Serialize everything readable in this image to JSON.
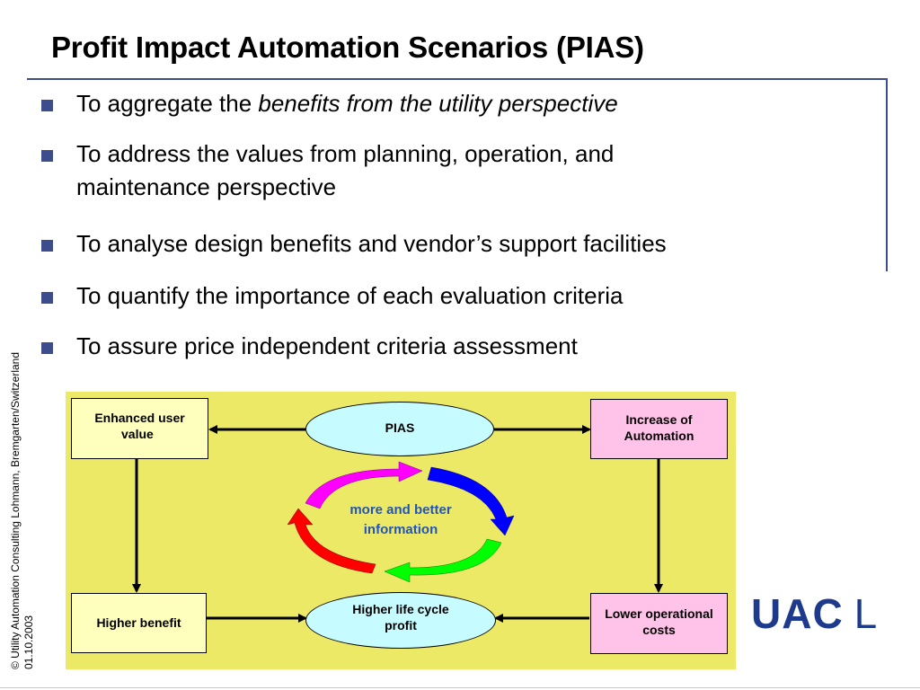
{
  "title": "Profit Impact Automation Scenarios (PIAS)",
  "bullets": [
    {
      "prefix": "To aggregate the ",
      "emphasis": "benefits from the utility perspective"
    },
    {
      "lines": [
        "To address the values from planning, operation, and",
        "maintenance perspective"
      ]
    },
    {
      "text": "To analyse design benefits and vendor’s support facilities"
    },
    {
      "text": "To quantify the importance of each evaluation criteria"
    },
    {
      "text": "To assure price independent criteria assessment"
    }
  ],
  "copyright": {
    "line1": "© Utility Automation Consulting Lohmann, Bremgarten/Switzerland",
    "line2": "01.10.2003"
  },
  "diagram": {
    "enhanced_user_value": [
      "Enhanced user",
      "value"
    ],
    "pias": "PIAS",
    "increase_of_automation": [
      "Increase of",
      "Automation"
    ],
    "center": [
      "more and better",
      "information"
    ],
    "higher_benefit": "Higher benefit",
    "higher_life_cycle_profit": [
      "Higher life cycle",
      "profit"
    ],
    "lower_operational_costs": [
      "Lower operational",
      "costs"
    ]
  },
  "logo": {
    "main": "UAC",
    "suffix": "L"
  },
  "colors": {
    "accent": "#3d4d8c",
    "diagram_bg": "#ece967",
    "box_yellow": "#ffffbd",
    "box_pink": "#ffc2e8",
    "ellipse": "#c6fbff",
    "arc_magenta": "#ff00ff",
    "arc_blue": "#0000ff",
    "arc_green": "#00ff00",
    "arc_red": "#ff0000",
    "center_text": "#2255bb",
    "logo": "#1d3a8c"
  }
}
